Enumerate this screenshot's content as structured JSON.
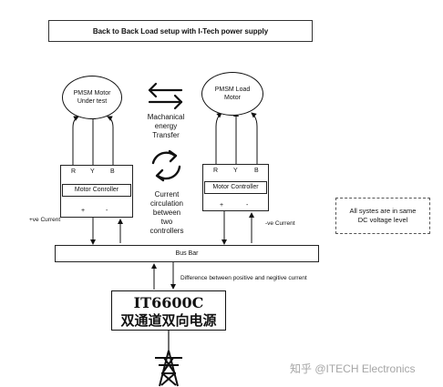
{
  "title": "Back to Back Load setup with I-Tech power supply",
  "motor_left": {
    "name_line1": "PMSM Motor",
    "name_line2": "Under test"
  },
  "motor_right": {
    "name_line1": "PMSM Load",
    "name_line2": "Motor"
  },
  "energy_transfer": {
    "line1": "Machanical",
    "line2": "energy",
    "line3": "Transfer"
  },
  "circulation": {
    "line1": "Current",
    "line2": "circulation",
    "line3": "between",
    "line4": "two",
    "line5": "controllers"
  },
  "controller_left": {
    "label": "Motor Conroller",
    "phases": [
      "R",
      "Y",
      "B"
    ],
    "plus": "+",
    "minus": "-"
  },
  "controller_right": {
    "label": "Motor Controller",
    "phases": [
      "R",
      "Y",
      "B"
    ],
    "plus": "+",
    "minus": "-"
  },
  "positive_current": "+ve Current",
  "negative_current": "-ve Current",
  "bus_bar": "Bus Bar",
  "difference_label": "Difference between positive and negitive current",
  "power_supply": {
    "line1": "IT6600C",
    "line2": "双通道双向电源"
  },
  "note": {
    "line1": "All systes are in same",
    "line2": "DC voltage level"
  },
  "watermark": "知乎 @ITECH Electronics",
  "icons": [
    "double-arrow-icon",
    "circular-arrows-icon",
    "power-tower-icon"
  ]
}
